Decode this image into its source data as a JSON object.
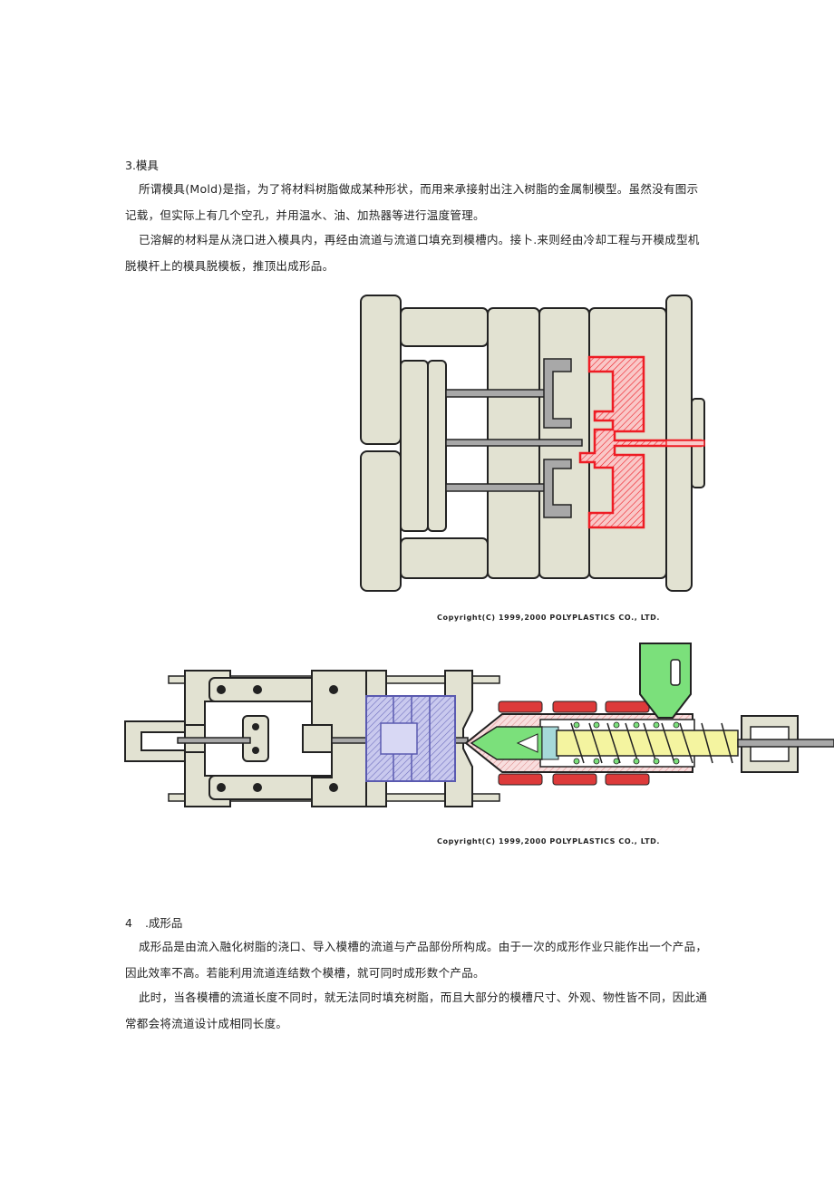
{
  "section3": {
    "heading": "3.模具",
    "paragraphs": [
      "所谓模具(Mold)是指，为了将材料树脂做成某种形状，而用来承接射出注入树脂的金属制模型。虽然没有图示记载，但实际上有几个空孔，并用温水、油、加热器等进行温度管理。",
      "已溶解的材料是从浇口进入模具内，再经由流道与流道口填充到模槽内。接卜.来则经由冷却工程与开模成型机脱模杆上的模具脱模板，推顶出成形品。"
    ]
  },
  "figures": {
    "mold_caption": "Copyright(C) 1999,2000 POLYPLASTICS CO., LTD.",
    "machine_caption": "Copyright(C) 1999,2000 POLYPLASTICS CO., LTD."
  },
  "section4": {
    "heading_num": "4",
    "heading_text": ".成形品",
    "paragraphs": [
      "成形品是由流入融化树脂的浇口、导入模槽的流道与产品部份所构成。由于一次的成形作业只能作出一个产品，因此效率不高。若能利用流道连结数个模槽，就可同时成形数个产品。",
      "此时，当各模槽的流道长度不同时，就无法同时填充树脂，而且大部分的模槽尺寸、外观、物性皆不同，因此通常都会将流道设计成相同长度。"
    ]
  },
  "colors": {
    "plate": "#e2e2d2",
    "outline": "#222222",
    "resin": "#ee1c24",
    "mold_blue": "#9b9bd6",
    "hopper": "#7be07b",
    "screw": "#f4f4a0",
    "ejector": "#a8a8a8"
  }
}
